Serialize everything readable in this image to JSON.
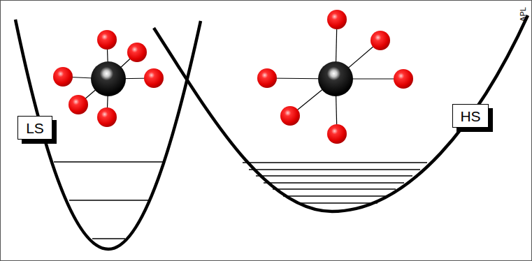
{
  "diagram": {
    "nodes": [
      {
        "text": [
          "LS"
        ]
      },
      {
        "text": [
          "HS"
        ]
      }
    ],
    "labels": [
      "APL"
    ]
  }
}
